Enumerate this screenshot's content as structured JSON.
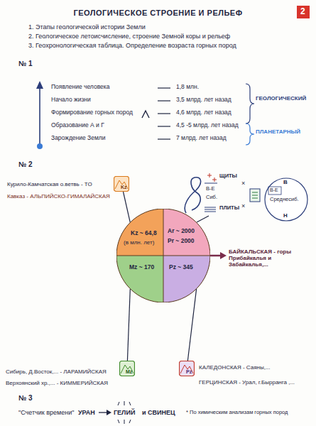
{
  "diagram": {
    "title": "ГЕОЛОГИЧЕСКОЕ СТРОЕНИЕ И РЕЛЬЕФ",
    "nodes": [
      {
        "text": [
          "2"
        ]
      },
      {
        "text": [
          "Kz"
        ]
      },
      {
        "text": [
          "В",
          "В-Е",
          "Среднесиб.",
          "Н"
        ]
      },
      {
        "text": [
          "Kz ~ 64,8",
          "(в млн. лет)"
        ]
      },
      {
        "text": [
          "Ar ~ 2000",
          "Pr ~ 2000"
        ]
      },
      {
        "text": [
          "Mz ~ 170"
        ]
      },
      {
        "text": [
          "Pz ~ 345"
        ]
      },
      {
        "text": [
          "Mz"
        ]
      },
      {
        "text": [
          "Pz"
        ]
      }
    ],
    "edges": [
      {
        "from": 3,
        "to": 1,
        "arrow": "none"
      },
      {
        "from": 5,
        "to": 7,
        "arrow": "none"
      },
      {
        "from": 6,
        "to": 8,
        "arrow": "none"
      }
    ],
    "labels": [
      "1. Этапы геологической истории Земли",
      "2. Геологическое летоисчисление, строение Земной коры и рельеф",
      "3. Геохронологическая таблица. Определение возраста горных пород",
      "№ 1",
      "Появление человека",
      "1,8 млн.",
      "Начало жизни",
      "3,5 млрд. лет назад",
      "Формирование горных пород",
      "4,6 млрд. лет назад",
      "Образование А и Г",
      "4,5 -5 млрд. лет назад",
      "Зарождение Земли",
      "7 млрд. лет назад",
      "ГЕОЛОГИЧЕСКИЙ",
      "ПЛАНЕТАРНЫЙ",
      "№ 2",
      "Курило-Камчатская о.ветвь - ТО",
      "Кавказ - АЛЬПИЙСКО-ГИМАЛАЙСКАЯ",
      "ЩИТЫ",
      "В-Е",
      "Сиб.",
      "ПЛИТЫ",
      "×",
      "×",
      "БАЙКАЛЬСКАЯ - горы Прибайкалья и Забайкалья,...",
      "Сибирь, Д.Восток,... - ЛАРАМИЙСКАЯ",
      "Верхоянский хр.,... - КИММЕРИЙСКАЯ",
      "КАЛЕДОНСКАЯ - Саяны,...",
      "ГЕРЦИНСКАЯ - Урал, г.Бырранга ,...",
      "№ 3",
      "\"Счетчик времени\"",
      "УРАН",
      "ГЕЛИЙ",
      "и СВИНЕЦ",
      "* По химическим анализам горных пород"
    ]
  }
}
